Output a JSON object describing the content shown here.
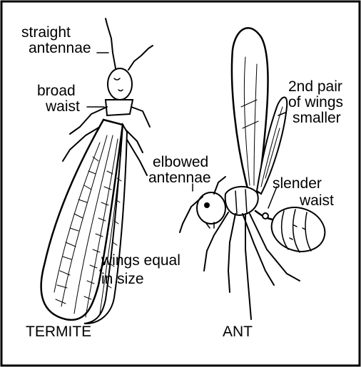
{
  "labels": {
    "straight_antennae_line1": "straight",
    "straight_antennae_line2": "antennae",
    "broad_waist_line1": "broad",
    "broad_waist_line2": "waist",
    "wings_equal_line1": "wings equal",
    "wings_equal_line2": "in size",
    "termite": "TERMITE",
    "second_pair_line1": "2nd pair",
    "second_pair_line2": "of wings",
    "second_pair_line3": "smaller",
    "elbowed_antennae_line1": "elbowed",
    "elbowed_antennae_line2": "antennae",
    "slender_waist_line1": "slender",
    "slender_waist_line2": "waist",
    "ant": "ANT"
  },
  "colors": {
    "ink": "#000000",
    "background": "#ffffff"
  }
}
